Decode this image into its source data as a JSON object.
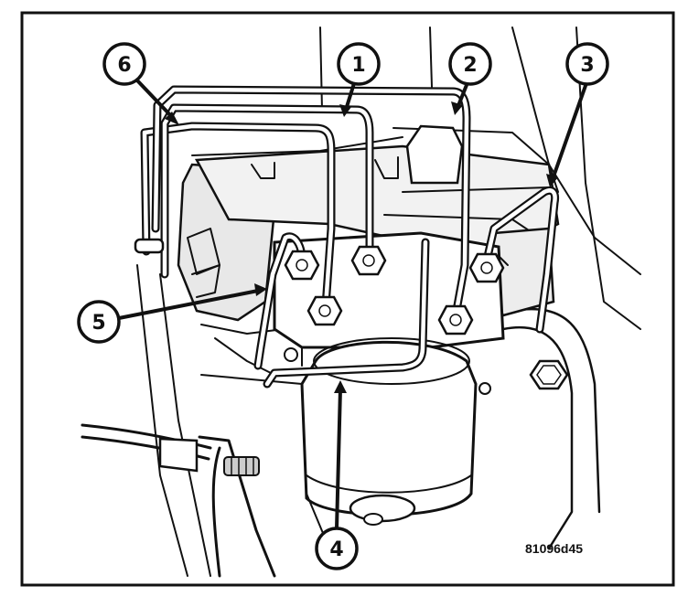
{
  "callouts": [
    {
      "id": "1",
      "label": "1"
    },
    {
      "id": "2",
      "label": "2"
    },
    {
      "id": "3",
      "label": "3"
    },
    {
      "id": "4",
      "label": "4"
    },
    {
      "id": "5",
      "label": "5"
    },
    {
      "id": "6",
      "label": "6"
    }
  ],
  "figure_code": "81096d45",
  "colors": {
    "ink": "#111111",
    "paper": "#ffffff"
  }
}
